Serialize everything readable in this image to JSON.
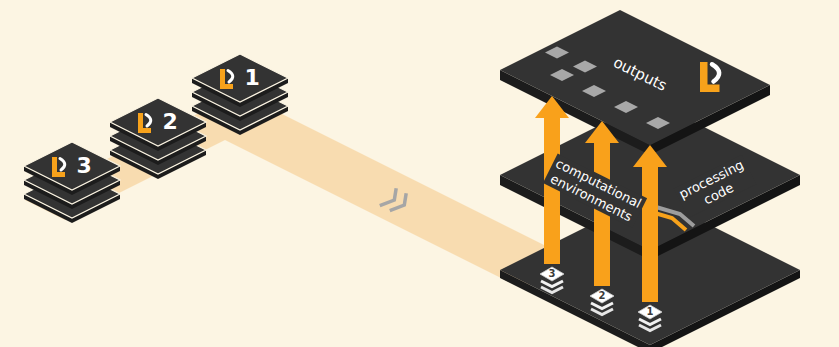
{
  "diagram": {
    "nodes": [
      {
        "text": [
          "1"
        ]
      },
      {
        "text": [
          "2"
        ]
      },
      {
        "text": [
          "3"
        ]
      },
      {
        "text": [
          "outputs"
        ]
      },
      {
        "text": [
          "computational environments"
        ]
      },
      {
        "text": [
          "processing code"
        ]
      },
      {
        "text": [
          "3"
        ]
      },
      {
        "text": [
          "2"
        ]
      },
      {
        "text": [
          "1"
        ]
      }
    ],
    "edges": [
      {
        "from": 6,
        "to": 3,
        "arrow": "to"
      },
      {
        "from": 7,
        "to": 3,
        "arrow": "to"
      },
      {
        "from": 8,
        "to": 3,
        "arrow": "to"
      }
    ]
  }
}
